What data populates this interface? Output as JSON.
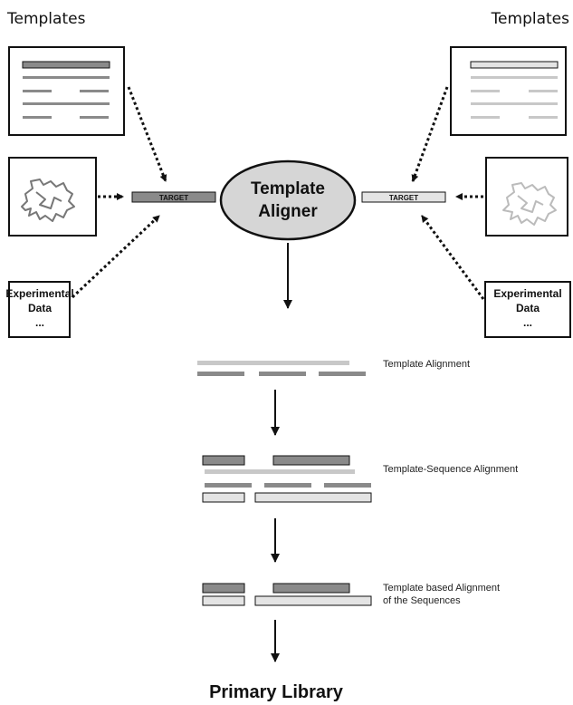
{
  "left_header": "Templates",
  "right_header": "Templates",
  "left_target": "TARGET",
  "right_target": "TARGET",
  "aligner_line1": "Template",
  "aligner_line2": "Aligner",
  "exp_left": [
    "Experimental",
    "Data",
    "..."
  ],
  "exp_right": [
    "Experimental",
    "Data",
    "..."
  ],
  "step1_label": "Template Alignment",
  "step2_label": "Template-Sequence Alignment",
  "step3_label_line1": "Template based Alignment",
  "step3_label_line2": "of the Sequences",
  "primary_library": "Primary Library",
  "colors": {
    "dark_gray": "#8a8a8a",
    "light_gray": "#c8c8c8",
    "very_light_gray": "#e4e4e4",
    "ellipse_fill": "#d6d6d6"
  }
}
